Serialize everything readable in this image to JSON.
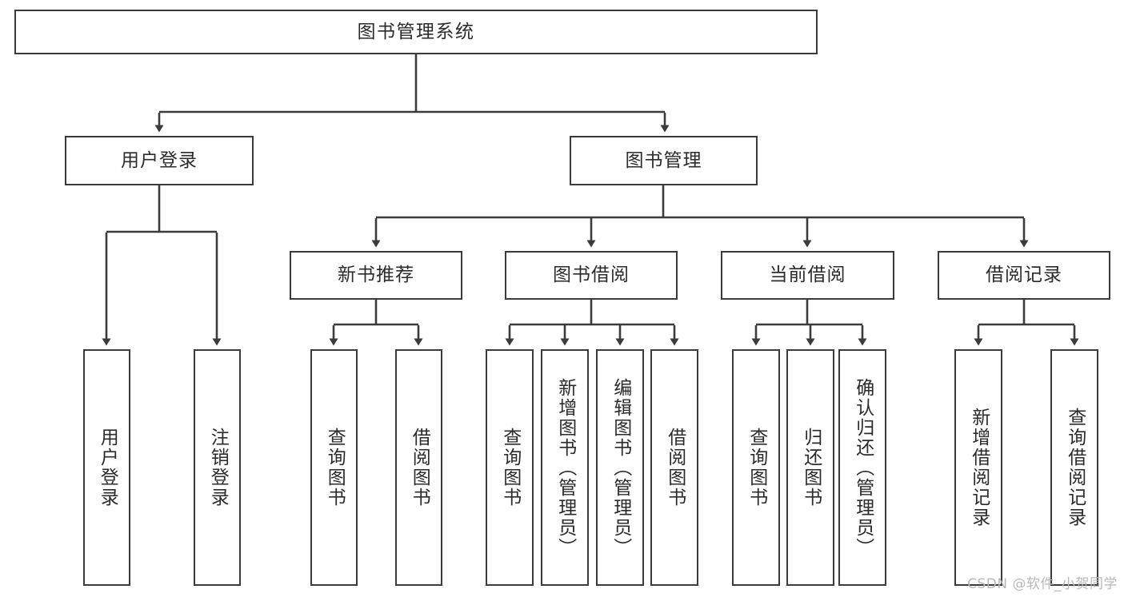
{
  "diagram": {
    "title": "图书管理系统",
    "type": "功能结构图",
    "colors": {
      "box_border": "#3b3b3b",
      "box_fill": "#ffffff",
      "text": "#2b2b2b",
      "connector": "#3b3b3b",
      "watermark": "#b9b9b9"
    }
  },
  "watermark": {
    "text": "CSDN @软件_小贺同学"
  },
  "nodes": {
    "root": {
      "label": "图书管理系统"
    },
    "level2": [
      {
        "id": "user-login",
        "label": "用户登录"
      },
      {
        "id": "book-manage",
        "label": "图书管理"
      }
    ],
    "level3": [
      {
        "id": "new-book-recommend",
        "label": "新书推荐"
      },
      {
        "id": "book-borrow",
        "label": "图书借阅"
      },
      {
        "id": "current-borrow",
        "label": "当前借阅"
      },
      {
        "id": "borrow-record",
        "label": "借阅记录"
      }
    ],
    "leaves": {
      "user-login": [
        {
          "id": "leaf-user-login",
          "label": "用户登录"
        },
        {
          "id": "leaf-user-logout",
          "label": "注销登录"
        }
      ],
      "new-book-recommend": [
        {
          "id": "leaf-query-book-1",
          "label": "查询图书"
        },
        {
          "id": "leaf-borrow-book-1",
          "label": "借阅图书"
        }
      ],
      "book-borrow": [
        {
          "id": "leaf-query-book-2",
          "label": "查询图书"
        },
        {
          "id": "leaf-add-book",
          "label": "新增图书（管理员）"
        },
        {
          "id": "leaf-edit-book",
          "label": "编辑图书（管理员）"
        },
        {
          "id": "leaf-borrow-book-2",
          "label": "借阅图书"
        }
      ],
      "current-borrow": [
        {
          "id": "leaf-query-book-3",
          "label": "查询图书"
        },
        {
          "id": "leaf-return-book",
          "label": "归还图书"
        },
        {
          "id": "leaf-confirm-return",
          "label": "确认归还（管理员）"
        }
      ],
      "borrow-record": [
        {
          "id": "leaf-add-record",
          "label": "新增借阅记录"
        },
        {
          "id": "leaf-query-record",
          "label": "查询借阅记录"
        }
      ]
    }
  }
}
